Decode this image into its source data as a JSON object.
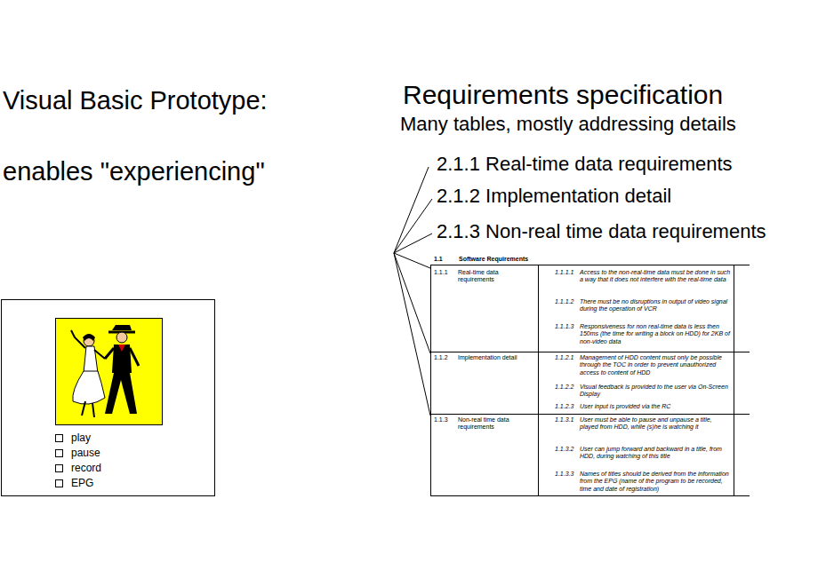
{
  "diagram": {
    "nodes": [
      {
        "text": [
          "play",
          "pause",
          "record",
          "EPG"
        ]
      }
    ],
    "labels": [
      "Visual Basic Prototype:",
      "enables \"experiencing\"",
      "Requirements specification",
      "Many tables, mostly addressing details",
      "2.1.1 Real-time data requirements",
      "2.1.2 Implementation detail",
      "2.1.3 Non-real time data requirements",
      "1.1",
      "Software Requirements",
      "1.1.1",
      "Real-time data requirements",
      "1.1.1.1",
      "Access to the non-real-time data must be done in such a way that it does not interfere with the real-time data",
      "1.1.1.2",
      "There must be no disruptions in output of video signal during the operation of VCR",
      "1.1.1.3",
      "Responsiveness for non real-time data is less then 150ms (the time for writing a block on HDD) for 2KB of non-video data",
      "1.1.2",
      "Implementation detail",
      "1.1.2.1",
      "Management of HDD content must only be possible through the TOC in order to prevent unauthorized access to content of HDD",
      "1.1.2.2",
      "Visual feedback is provided to the user via On-Screen Display",
      "1.1.2.3",
      "User input is provided via the RC",
      "1.1.3",
      "Non-real time data requirements",
      "1.1.3.1",
      "User must be able to pause and unpause a title, played from HDD, while (s)he is watching it",
      "1.1.3.2",
      "User can jump forward and backward in a title, from HDD, during watching of this title",
      "1.1.3.3",
      "Names of titles should be derived from the information from the EPG (name of the program to be recorded, time and date of registration)"
    ]
  }
}
